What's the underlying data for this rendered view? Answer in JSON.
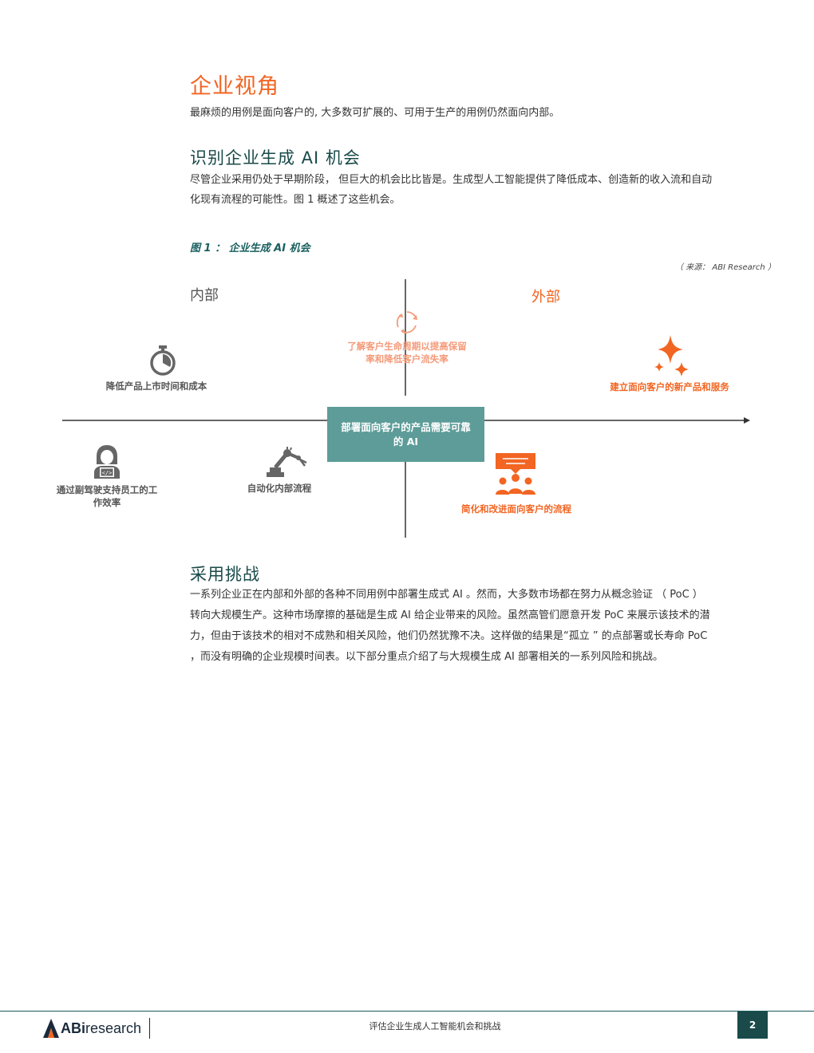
{
  "section1": {
    "title": "企业视角",
    "text": "最麻烦的用例是面向客户的, 大多数可扩展的、可用于生产的用例仍然面向内部。"
  },
  "section2": {
    "title": "识别企业生成 AI 机会",
    "text_line1": "尽管企业采用仍处于早期阶段， 但巨大的机会比比皆是。生成型人工智能提供了降低成本、创造新的收入流和自动",
    "text_line2": "化现有流程的可能性。图 1 概述了这些机会。"
  },
  "figure": {
    "title": "图 1 ：  企业生成 AI 机会",
    "source": "（ 来源： ABI Research ）",
    "label_internal": "内部",
    "label_external": "外部",
    "center": "部署面向客户的产品需要可靠的 AI",
    "items": {
      "reduce_time": "降低产品上市时间和成本",
      "copilot": "通过副驾驶支持员工的工作效率",
      "automate": "自动化内部流程",
      "lifecycle": "了解客户生命周期以提高保留率和降低客户流失率",
      "new_products": "建立面向客户的新产品和服务",
      "simplify": "简化和改进面向客户的流程"
    },
    "colors": {
      "orange": "#f26522",
      "teal": "#5d9c98",
      "grey": "#666666",
      "pink": "#f49b7a"
    }
  },
  "section3": {
    "title": "采用挑战",
    "line1": "一系列企业正在内部和外部的各种不同用例中部署生成式 AI 。然而，大多数市场都在努力从概念验证 （ PoC ）",
    "line2": "转向大规模生产。这种市场摩擦的基础是生成 AI 给企业带来的风险。虽然高管们愿意开发 PoC 来展示该技术的潜",
    "line3": "力，但由于该技术的相对不成熟和相关风险，他们仍然犹豫不决。这样做的结果是“孤立 ” 的点部署或长寿命 PoC",
    "line4": "，而没有明确的企业规模时间表。以下部分重点介绍了与大规模生成 AI 部署相关的一系列风险和挑战。"
  },
  "footer": {
    "logo_main": "ABi",
    "logo_sub": "research",
    "center_text": "评估企业生成人工智能机会和挑战",
    "page": "2"
  }
}
